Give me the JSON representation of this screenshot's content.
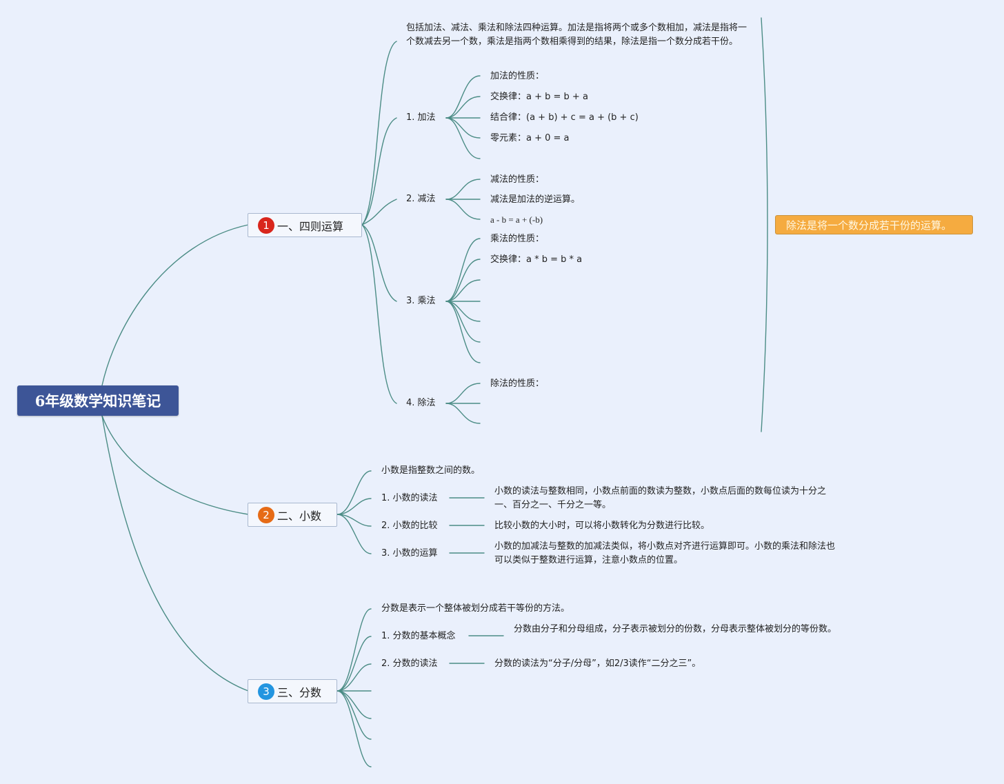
{
  "root": {
    "title": "6年级数学知识笔记"
  },
  "topics": [
    {
      "number": "1",
      "badge_color": "#d9261c",
      "title": "一、四则运算",
      "intro": "包括加法、减法、乘法和除法四种运算。加法是指将两个或多个数相加，减法是指将一个数减去另一个数，乘法是指两个数相乘得到的结果，除法是指一个数分成若干份。",
      "items": [
        {
          "label": "1. 加法",
          "properties": [
            "加法的性质：",
            "交换律：a + b = b + a",
            "结合律：(a + b) + c = a + (b + c)",
            "零元素：a + 0 = a"
          ]
        },
        {
          "label": "2. 减法",
          "properties": [
            "减法的性质：",
            "减法是加法的逆运算。",
            "a - b = a + (-b)"
          ]
        },
        {
          "label": "3. 乘法",
          "properties": [
            "乘法的性质：",
            "交换律：a * b = b * a"
          ]
        },
        {
          "label": "4. 除法",
          "properties": [
            "除法的性质："
          ]
        }
      ],
      "summary_note": "除法是将一个数分成若干份的运算。"
    },
    {
      "number": "2",
      "badge_color": "#e66b16",
      "title": "二、小数",
      "intro": "小数是指整数之间的数。",
      "items": [
        {
          "label": "1. 小数的读法",
          "detail": "小数的读法与整数相同，小数点前面的数读为整数，小数点后面的数每位读为十分之一、百分之一、千分之一等。"
        },
        {
          "label": "2. 小数的比较",
          "detail": "比较小数的大小时，可以将小数转化为分数进行比较。"
        },
        {
          "label": "3. 小数的运算",
          "detail": "小数的加减法与整数的加减法类似，将小数点对齐进行运算即可。小数的乘法和除法也可以类似于整数进行运算，注意小数点的位置。"
        }
      ]
    },
    {
      "number": "3",
      "badge_color": "#2395e0",
      "title": "三、分数",
      "intro": "分数是表示一个整体被划分成若干等份的方法。",
      "items": [
        {
          "label": "1. 分数的基本概念",
          "detail": "分数由分子和分母组成，分子表示被划分的份数，分母表示整体被划分的等份数。"
        },
        {
          "label": "2. 分数的读法",
          "detail": "分数的读法为“分子/分母”，如2/3读作“二分之三”。"
        }
      ]
    }
  ],
  "colors": {
    "line": "#4b8c85",
    "root_fill": "#3d5597",
    "note_fill": "#f5ab40"
  }
}
